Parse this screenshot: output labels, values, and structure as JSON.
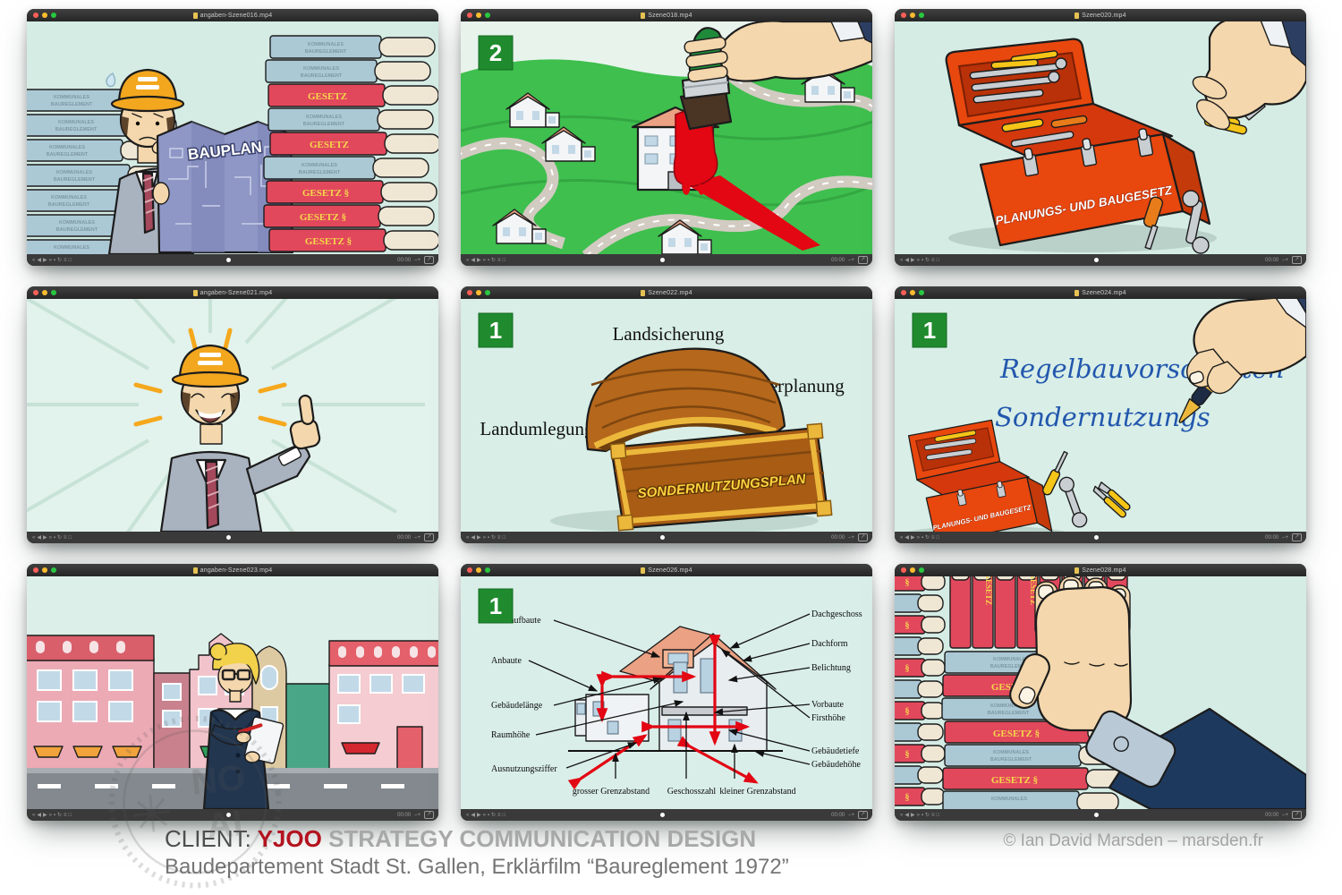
{
  "caption": {
    "client_label": "CLIENT:",
    "client_name": "YJOO",
    "client_suffix": "STRATEGY COMMUNICATION DESIGN",
    "project_line": "Baudepartement Stadt St. Gallen, Erklärfilm “Baureglement 1972”",
    "copyright": "© Ian David Marsden – marsden.fr"
  },
  "watermark": {
    "symbol": "✳",
    "line1": "NO",
    "line2": "AI"
  },
  "player": {
    "left_glyphs": "«◀▶»▪↻≡□",
    "time": "00:00",
    "right_glyphs": "–+",
    "fullscreen_glyph": "↗"
  },
  "books": {
    "law_spine": "GESETZ §",
    "law_spine_plain": "GESETZ",
    "section_mark": "§",
    "reglement_line1": "KOMMUNALES",
    "reglement_line2": "BAUREGLEMENT"
  },
  "colors": {
    "mint_bg": "#d5ece5",
    "badge_green": "#1f8b2e",
    "book_red": "#e2485c",
    "book_blue": "#abc8d5",
    "toolbox_red": "#e8470e",
    "map_green": "#3fbf4e",
    "paint_red": "#e30613",
    "script_blue": "#2257ad",
    "suit_navy": "#1d3a5e"
  },
  "windows": [
    {
      "title": "angaben-Szene016.mp4",
      "bauplan_label": "BAUPLAN"
    },
    {
      "title": "Szene018.mp4",
      "badge": "2"
    },
    {
      "title": "Szene020.mp4",
      "toolbox_label": "PLANUNGS- UND BAUGESETZ"
    },
    {
      "title": "angaben-Szene021.mp4"
    },
    {
      "title": "Szene022.mp4",
      "badge": "1",
      "chest_label": "SONDERNUTZUNGSPLAN",
      "word_top": "Landsicherung",
      "word_right": "Quartierplanung",
      "word_left": "Landumlegung"
    },
    {
      "title": "Szene024.mp4",
      "badge": "1",
      "script_line1": "Regelbauvorschriften",
      "script_line2": "Sondernutzungs",
      "toolbox_label": "PLANUNGS- UND BAUGESETZ"
    },
    {
      "title": "angaben-Szene023.mp4"
    },
    {
      "title": "Szene026.mp4",
      "badge": "1",
      "labels_left": [
        "Dachaufbaute",
        "Anbaute",
        "Gebäudelänge",
        "Raumhöhe",
        "Ausnutzungsziffer"
      ],
      "labels_right": [
        "Dachgeschoss",
        "Dachform",
        "Belichtung",
        "Vorbaute",
        "Firsthöhe",
        "Gebäudetiefe",
        "Gebäudehöhe"
      ],
      "labels_bottom": [
        "grosser Grenzabstand",
        "Geschosszahl",
        "kleiner Grenzabstand"
      ]
    },
    {
      "title": "Szene028.mp4"
    }
  ]
}
